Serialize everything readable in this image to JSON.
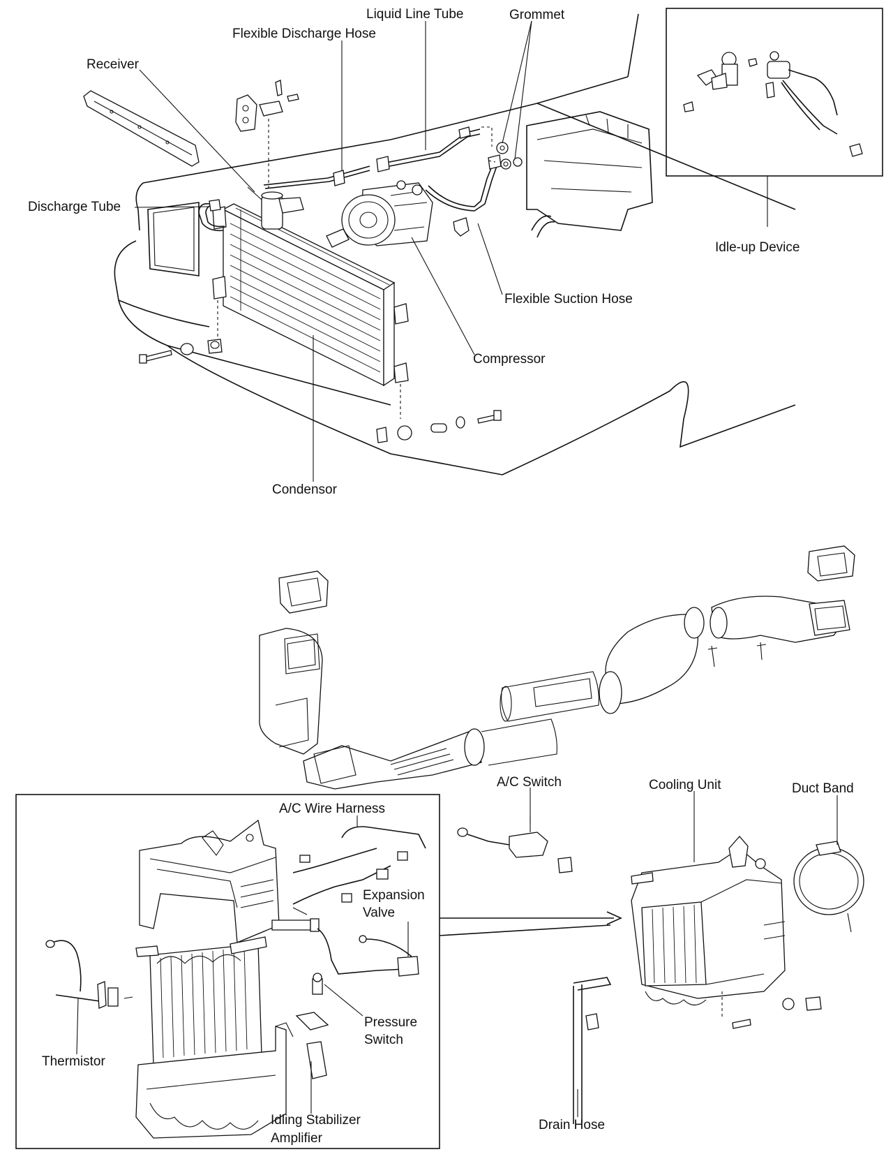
{
  "labels": {
    "liquid_line_tube": "Liquid Line Tube",
    "grommet": "Grommet",
    "flexible_discharge_hose": "Flexible Discharge Hose",
    "receiver": "Receiver",
    "discharge_tube": "Discharge Tube",
    "idle_up_device": "Idle-up Device",
    "flexible_suction_hose": "Flexible Suction Hose",
    "compressor": "Compressor",
    "condensor": "Condensor",
    "ac_switch": "A/C Switch",
    "cooling_unit": "Cooling Unit",
    "duct_band": "Duct Band",
    "ac_wire_harness": "A/C Wire Harness",
    "expansion_valve_1": "Expansion",
    "expansion_valve_2": "Valve",
    "pressure_switch_1": "Pressure",
    "pressure_switch_2": "Switch",
    "thermistor": "Thermistor",
    "idling_stabilizer_1": "Idling Stabilizer",
    "idling_stabilizer_2": "Amplifier",
    "drain_hose": "Drain Hose"
  }
}
